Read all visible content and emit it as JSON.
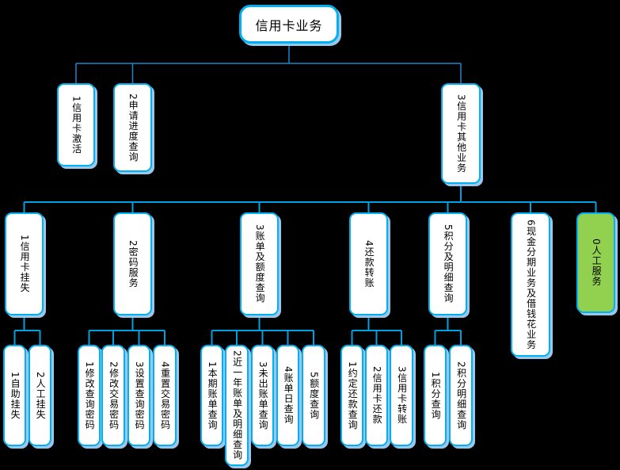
{
  "diagram": {
    "type": "tree-flowchart",
    "title": "信用卡业务",
    "colors": {
      "background": "#000000",
      "box_fill": "#FFFFFF",
      "box_border": "#00B0F0",
      "box_shadow": "#9CC6EA",
      "green_fill": "#92D050",
      "connector": "#00A1E0",
      "text": "#000000"
    },
    "nodes": {
      "root": "信用卡业务",
      "l2": [
        "1信用卡激活",
        "2申请进度查询",
        "3信用卡其他业务"
      ],
      "l3": [
        "1信用卡挂失",
        "2密码服务",
        "3账单及额度查询",
        "4还款转账",
        "5积分及明细查询",
        "6现金分期业务及借钱花业务",
        "0人工服务"
      ],
      "loss": [
        "1自助挂失",
        "2人工挂失"
      ],
      "password": [
        "1修改查询密码",
        "2修改交易密码",
        "3设置查询密码",
        "4重置交易密码"
      ],
      "bill": [
        "1本期账单查询",
        "2近一年账单及明细查询",
        "3未出账单查询",
        "4账单日查询",
        "5额度查询"
      ],
      "repay": [
        "1约定还款查询",
        "2信用卡还款",
        "3信用卡转账"
      ],
      "points": [
        "1积分查询",
        "2积分明细查询"
      ]
    }
  }
}
